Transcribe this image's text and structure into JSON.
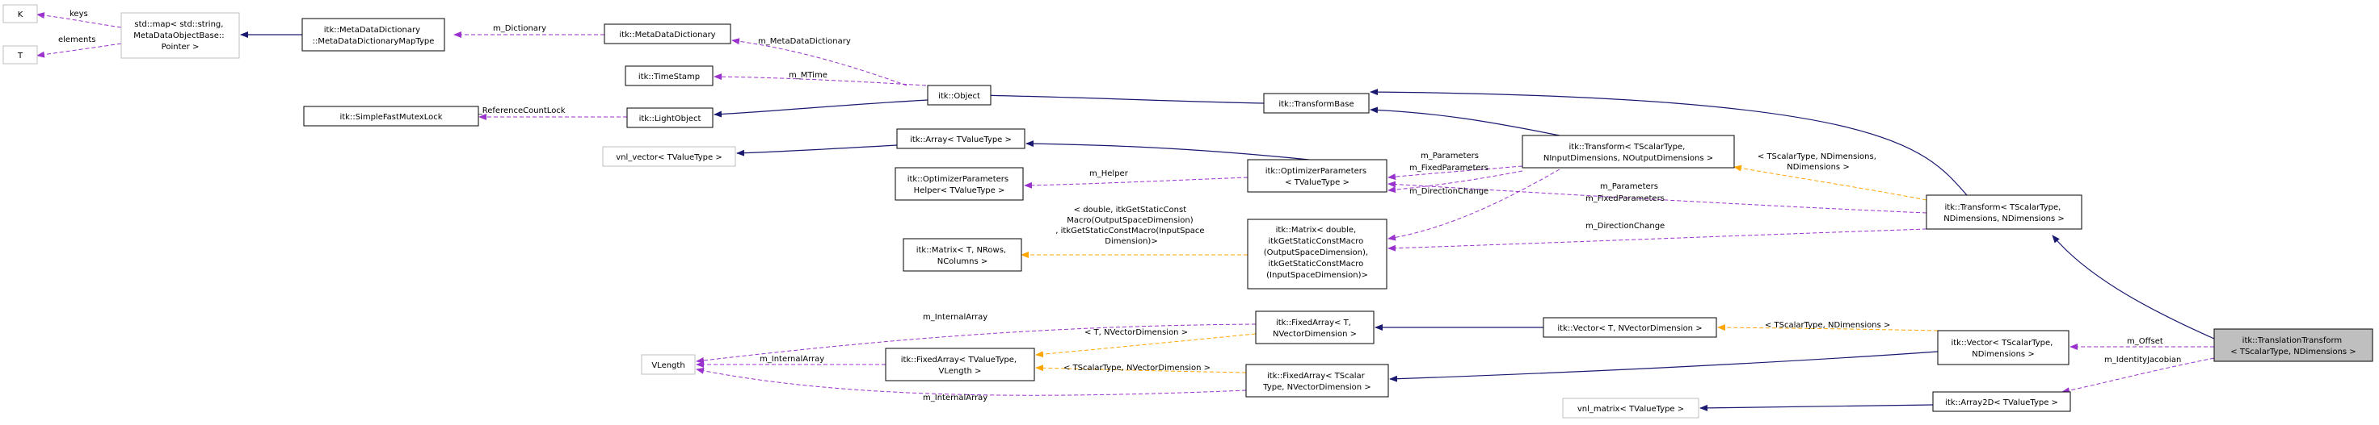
{
  "colors": {
    "inheritance": "#191970",
    "usage": "#9a32cd",
    "template": "#ffa500",
    "focus_fill": "#bfbfbf",
    "external_border": "#bfbfbf"
  },
  "nodes": {
    "k": [
      "K"
    ],
    "t": [
      "T"
    ],
    "stdmap": [
      "std::map< std::string,",
      "MetaDataObjectBase::",
      "Pointer >"
    ],
    "mddmap": [
      "itk::MetaDataDictionary",
      "::MetaDataDictionaryMapType"
    ],
    "mdd": [
      "itk::MetaDataDictionary"
    ],
    "timestamp": [
      "itk::TimeStamp"
    ],
    "object": [
      "itk::Object"
    ],
    "mutex": [
      "itk::SimpleFastMutexLock"
    ],
    "lightobject": [
      "itk::LightObject"
    ],
    "transformbase": [
      "itk::TransformBase"
    ],
    "vnlvector": [
      "vnl_vector< TValueType >"
    ],
    "array": [
      "itk::Array< TValueType >"
    ],
    "optparams": [
      "itk::OptimizerParameters",
      "< TValueType >"
    ],
    "transform3": [
      "itk::Transform< TScalarType,",
      "NInputDimensions, NOutputDimensions >"
    ],
    "ophelper": [
      "itk::OptimizerParameters",
      "Helper< TValueType >"
    ],
    "matrixT": [
      "itk::Matrix< T, NRows,",
      "NColumns >"
    ],
    "matrixD": [
      "itk::Matrix< double,",
      "itkGetStaticConstMacro",
      "(OutputSpaceDimension),",
      "itkGetStaticConstMacro",
      "(InputSpaceDimension)>"
    ],
    "transform2": [
      "itk::Transform< TScalarType,",
      "NDimensions, NDimensions >"
    ],
    "fixedT": [
      "itk::FixedArray< T,",
      "NVectorDimension >"
    ],
    "vectorT": [
      "itk::Vector< T, NVectorDimension >"
    ],
    "vlength": [
      "VLength"
    ],
    "fixedTV": [
      "itk::FixedArray< TValueType,",
      "VLength >"
    ],
    "fixedTS": [
      "itk::FixedArray< TScalar",
      "Type, NVectorDimension >"
    ],
    "vectorTS": [
      "itk::Vector< TScalarType,",
      "NDimensions >"
    ],
    "translation": [
      "itk::TranslationTransform",
      "< TScalarType, NDimensions >"
    ],
    "vnlmatrix": [
      "vnl_matrix< TValueType >"
    ],
    "array2d": [
      "itk::Array2D< TValueType >"
    ]
  },
  "edge_labels": {
    "keys": "keys",
    "elements": "elements",
    "m_dictionary": "m_Dictionary",
    "m_metadatadictionary": "m_MetaDataDictionary",
    "m_mtime": "m_MTime",
    "m_referencecountlock": "m_ReferenceCountLock",
    "m_helper": "m_Helper",
    "m_parameters_1": "m_Parameters",
    "m_fixedparameters_1": "m_FixedParameters",
    "m_directionchange_1": "m_DirectionChange",
    "m_parameters_2": "m_Parameters",
    "m_fixedparameters_2": "m_FixedParameters",
    "m_directionchange_2": "m_DirectionChange",
    "tpl_transform": [
      "< TScalarType, NDimensions,",
      "NDimensions >"
    ],
    "tpl_matrix": [
      "< double, itkGetStaticConst",
      "Macro(OutputSpaceDimension)",
      ", itkGetStaticConstMacro(InputSpace",
      "Dimension)>"
    ],
    "m_internalarray_1": "m_InternalArray",
    "m_internalarray_2": "m_InternalArray",
    "m_internalarray_3": "m_InternalArray",
    "tpl_fixed_tv": "< T, NVectorDimension >",
    "tpl_fixed_ts": "< TScalarType, NVectorDimension >",
    "tpl_vector": "< TScalarType, NDimensions >",
    "m_offset": "m_Offset",
    "m_identityjacobian": "m_IdentityJacobian"
  }
}
